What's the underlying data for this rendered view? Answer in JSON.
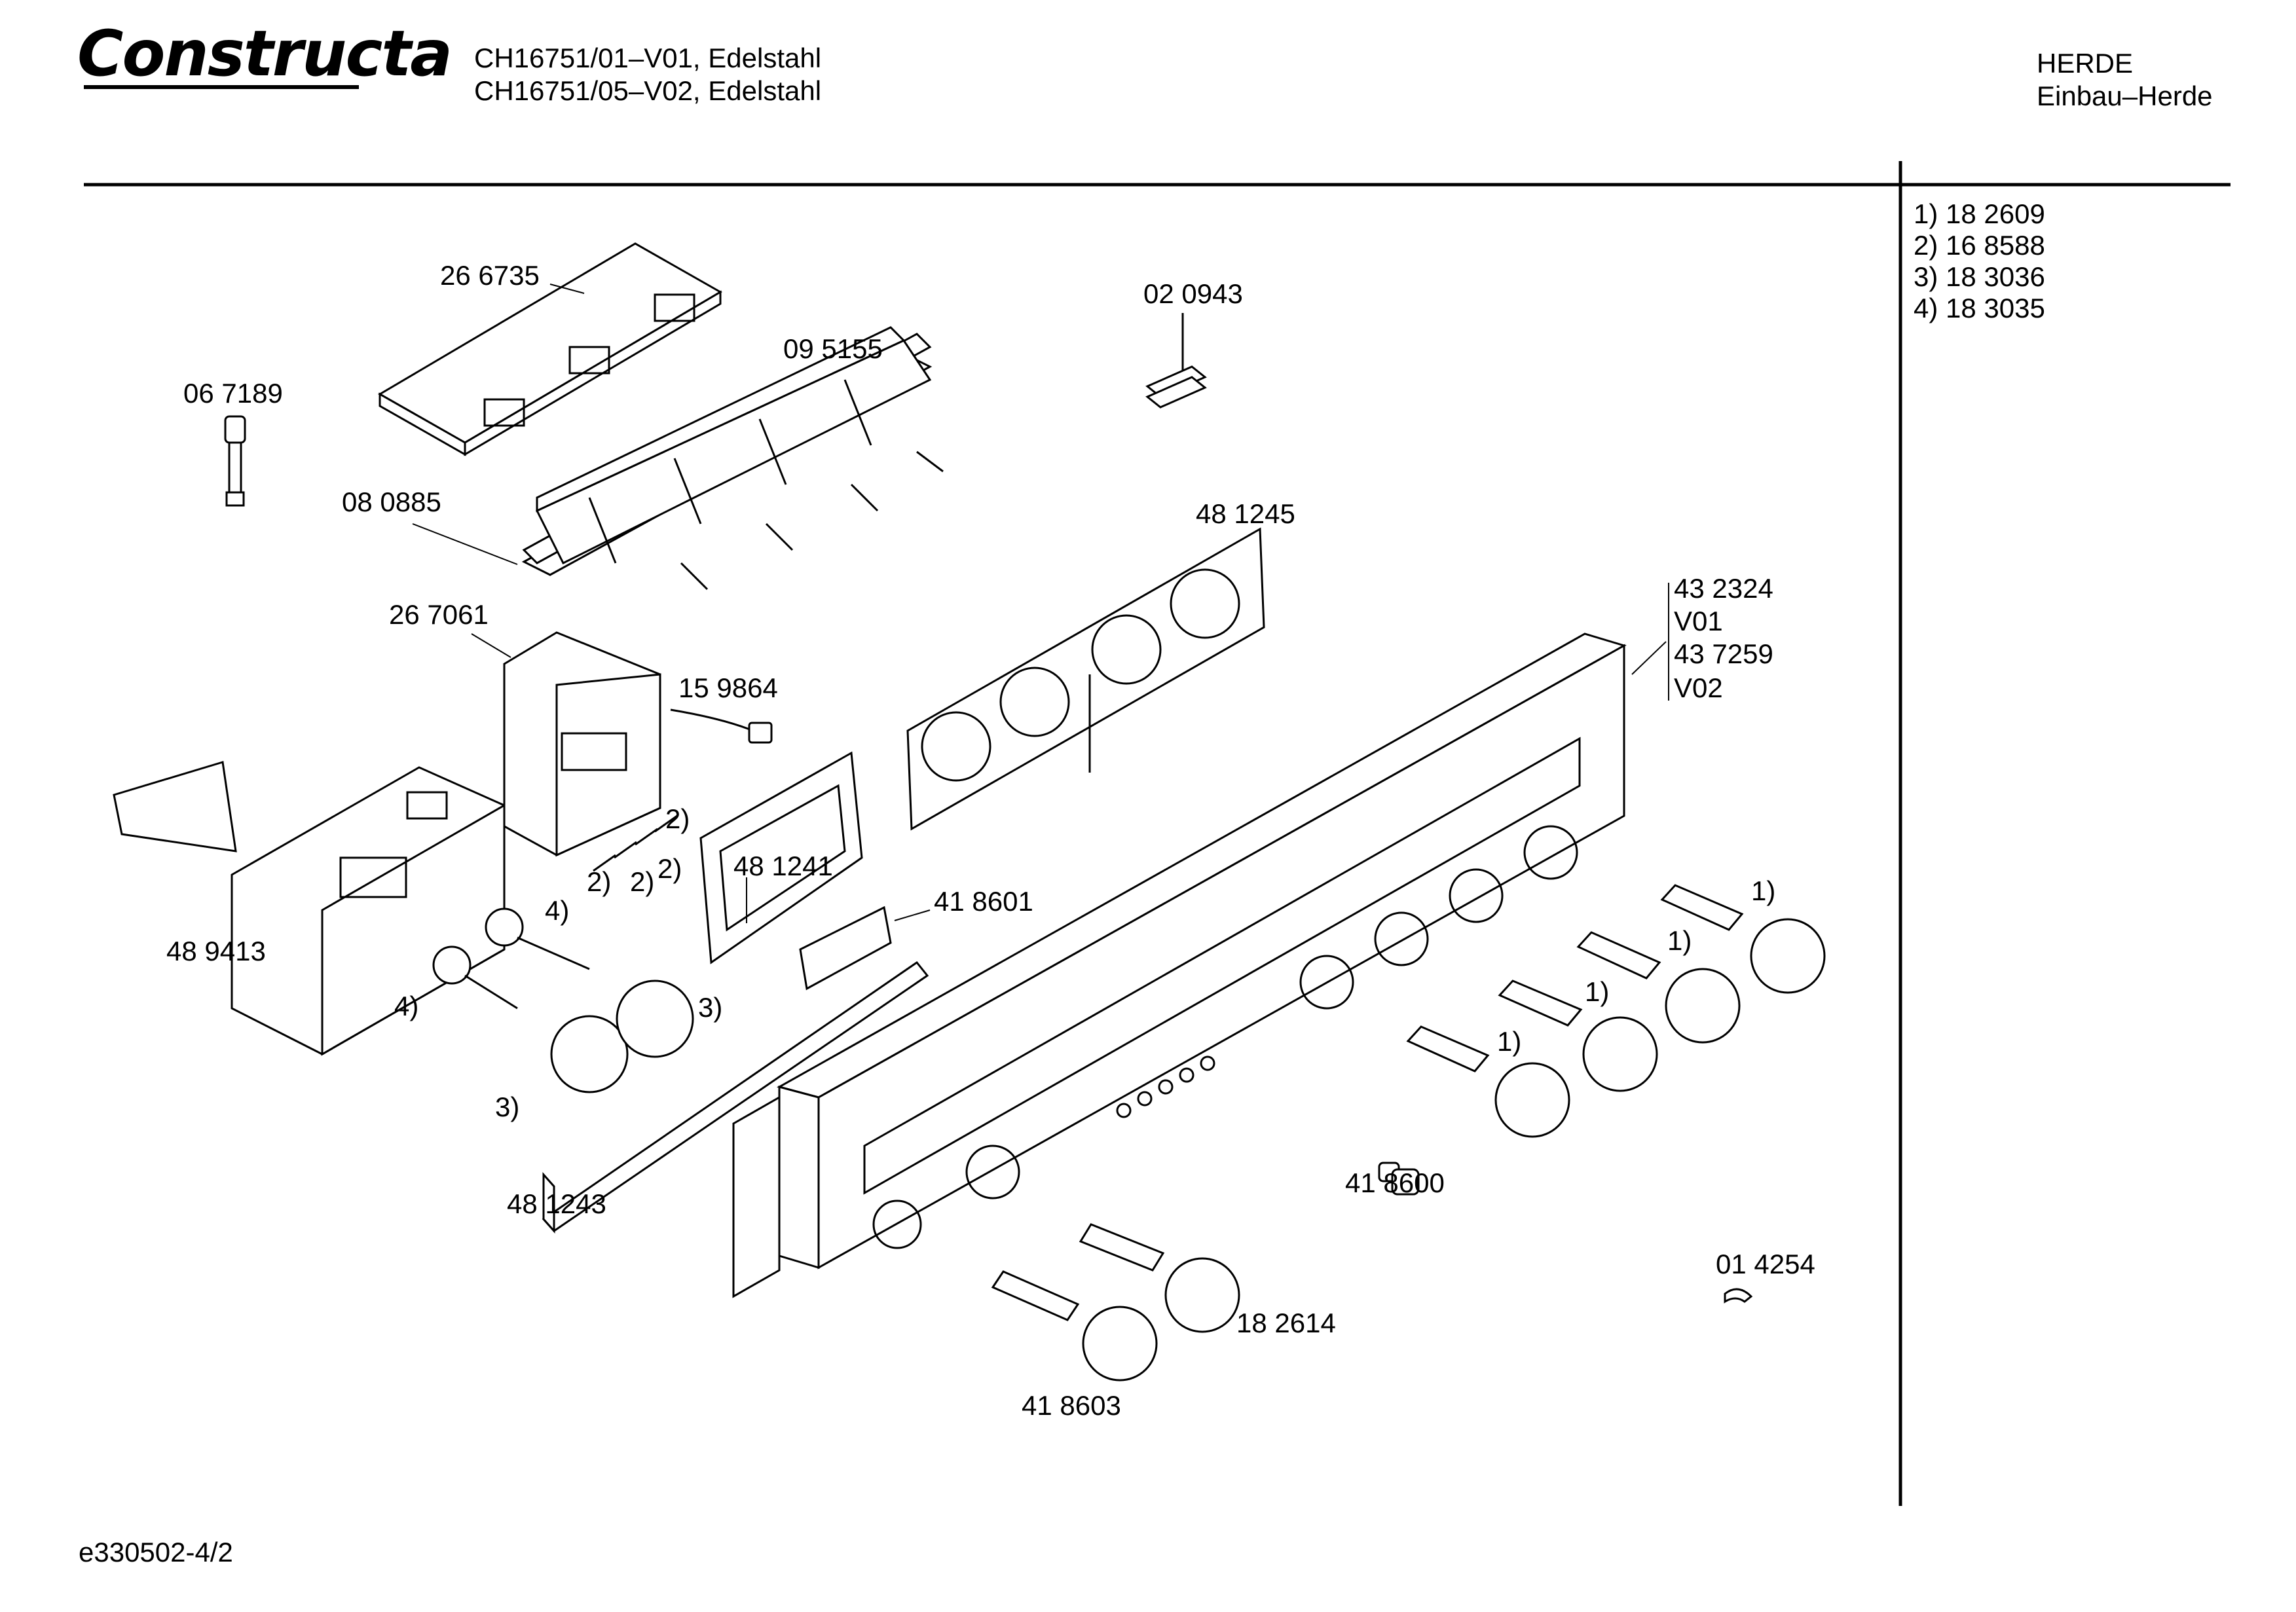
{
  "header": {
    "brand": "Constructa",
    "models": [
      "CH16751/01–V01, Edelstahl",
      "CH16751/05–V02, Edelstahl"
    ],
    "category": "HERDE",
    "subcategory": "Einbau–Herde"
  },
  "footnotes": [
    "1)  18 2609",
    "2)  16 8588",
    "3)  18 3036",
    "4)  18 3035"
  ],
  "labels": {
    "l266735": "26 6735",
    "l020943": "02 0943",
    "l095155": "09 5155",
    "l067189": "06 7189",
    "l080885": "08 0885",
    "l481245": "48 1245",
    "l432324": "43 2324",
    "lV01": "V01",
    "l437259": "43 7259",
    "lV02": "V02",
    "l267061": "26 7061",
    "l159864": "15 9864",
    "l481241": "48 1241",
    "l418601": "41 8601",
    "l489413": "48 9413",
    "l481243": "48 1243",
    "l418600": "41 8600",
    "l014254": "01 4254",
    "l182614": "18 2614",
    "l418603": "41 8603",
    "r4a": "4)",
    "r4b": "4)",
    "r3a": "3)",
    "r3b": "3)",
    "r2a": "2)",
    "r2b": "2)",
    "r2c": "2)",
    "r2d": "2)",
    "r1a": "1)",
    "r1b": "1)",
    "r1c": "1)",
    "r1d": "1)"
  },
  "footer": {
    "code": "e330502-4/2"
  }
}
